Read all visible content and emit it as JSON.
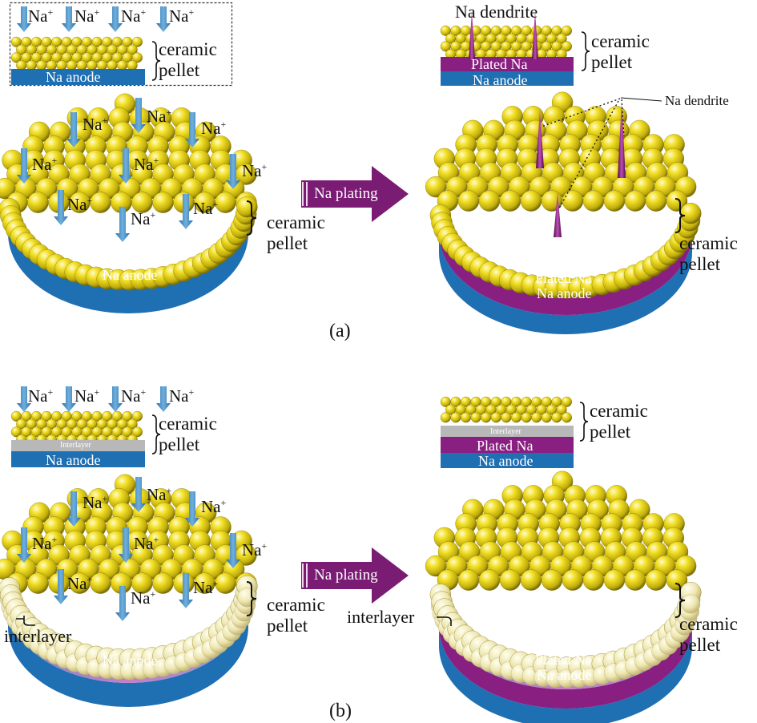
{
  "colors": {
    "sphere": "#f0dc22",
    "sphere_dark": "#9c8c06",
    "anode_blue": "#1f6fb3",
    "plated_purple": "#8a1f82",
    "interlayer": "#b8b8b8",
    "arrow_blue": "#4b90c4"
  },
  "panel_a": {
    "caption": "(a)",
    "inset_left": {
      "ions": [
        "Na+",
        "Na+",
        "Na+",
        "Na+"
      ],
      "ion_text": "Na",
      "ion_sup": "+",
      "anode_label": "Na anode",
      "pellet_label_1": "ceramic",
      "pellet_label_2": "pellet"
    },
    "inset_right": {
      "dendrite_label": "Na dendrite",
      "plated_label": "Plated Na",
      "anode_label": "Na anode",
      "pellet_label_1": "ceramic",
      "pellet_label_2": "pellet"
    },
    "left_disc": {
      "ion_text": "Na",
      "ion_sup": "+",
      "anode_label": "Na anode",
      "pellet_label_1": "ceramic",
      "pellet_label_2": "pellet"
    },
    "process_arrow": "Na plating",
    "right_disc": {
      "dendrite_label": "Na dendrite",
      "plated_label": "Plated Na",
      "anode_label": "Na anode",
      "pellet_label_1": "ceramic",
      "pellet_label_2": "pellet"
    }
  },
  "panel_b": {
    "caption": "(b)",
    "inset_left": {
      "ion_text": "Na",
      "ion_sup": "+",
      "interlayer_label": "Interlayer",
      "anode_label": "Na anode",
      "pellet_label_1": "ceramic",
      "pellet_label_2": "pellet"
    },
    "inset_right": {
      "interlayer_label": "Interlayer",
      "plated_label": "Plated Na",
      "anode_label": "Na anode",
      "pellet_label_1": "ceramic",
      "pellet_label_2": "pellet"
    },
    "left_disc": {
      "ion_text": "Na",
      "ion_sup": "+",
      "interlayer_label": "interlayer",
      "anode_label": "Na anode",
      "pellet_label_1": "ceramic",
      "pellet_label_2": "pellet"
    },
    "process_arrow": "Na plating",
    "right_disc": {
      "interlayer_label": "interlayer",
      "plated_label": "Plated Na",
      "anode_label": "Na anode",
      "pellet_label_1": "ceramic",
      "pellet_label_2": "pellet"
    }
  }
}
